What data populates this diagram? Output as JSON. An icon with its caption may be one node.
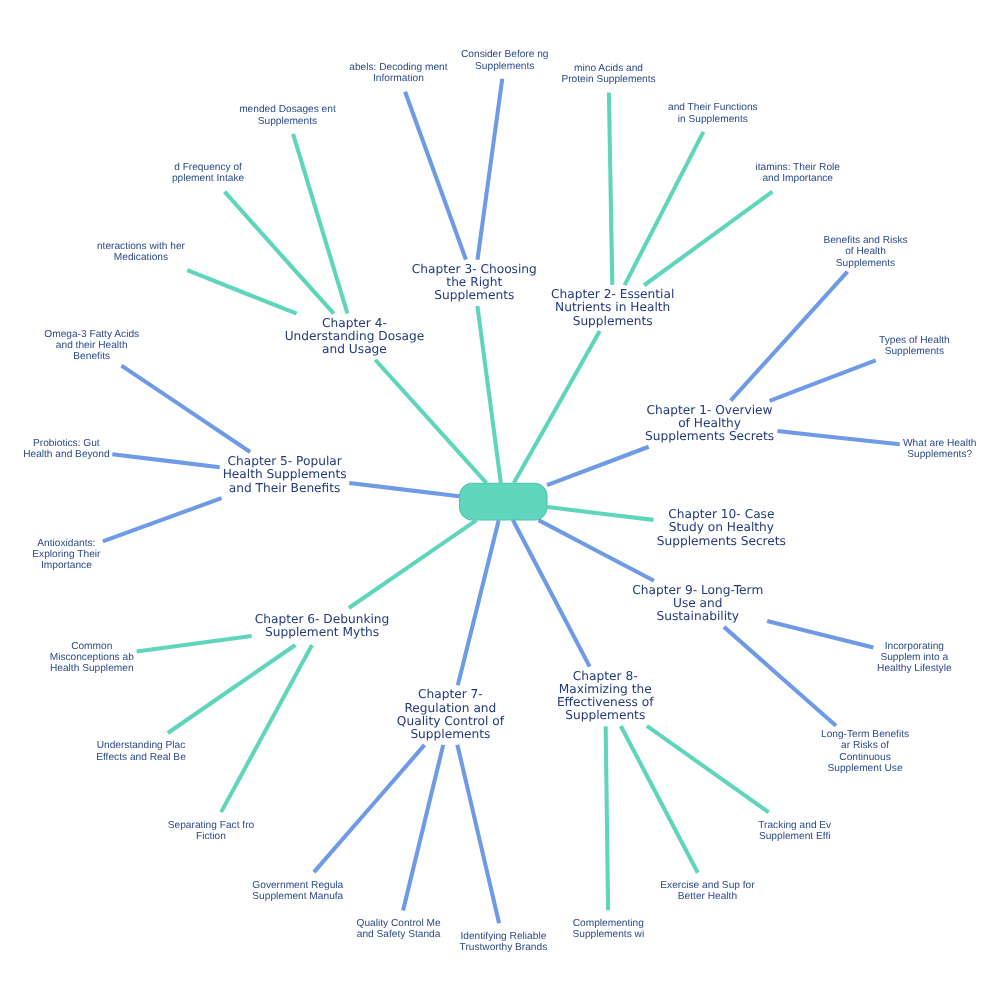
{
  "diagram": {
    "nodes": [
      {
        "text": [],
        "shape": "box"
      },
      {
        "text": [
          "Chapter 1- Overview of Healthy Supplements Secrets"
        ]
      },
      {
        "text": [
          "What are Health Supplements?"
        ]
      },
      {
        "text": [
          "Types of Health Supplements"
        ]
      },
      {
        "text": [
          "Benefits and Risks of Health Supplements"
        ]
      },
      {
        "text": [
          "Chapter 2- Essential Nutrients in Health Supplements"
        ]
      },
      {
        "text": [
          "itamins: Their Role and Importance"
        ]
      },
      {
        "text": [
          "and Their Functions in Supplements"
        ]
      },
      {
        "text": [
          "mino Acids and Protein Supplements"
        ]
      },
      {
        "text": [
          "Chapter 3- Choosing the Right Supplements"
        ]
      },
      {
        "text": [
          "Consider Before ng Supplements"
        ]
      },
      {
        "text": [
          "abels: Decoding ment Information"
        ]
      },
      {
        "text": [
          "Chapter 4- Understanding Dosage and Usage"
        ]
      },
      {
        "text": [
          "mended Dosages ent Supplements"
        ]
      },
      {
        "text": [
          "d Frequency of pplement Intake"
        ]
      },
      {
        "text": [
          "nteractions with her Medications"
        ]
      },
      {
        "text": [
          "Chapter 5- Popular Health Supplements and Their Benefits"
        ]
      },
      {
        "text": [
          "Omega-3 Fatty Acids and their Health Benefits"
        ]
      },
      {
        "text": [
          "Probiotics: Gut Health and Beyond"
        ]
      },
      {
        "text": [
          "Antioxidants: Exploring Their Importance"
        ]
      },
      {
        "text": [
          "Chapter 6- Debunking Supplement Myths"
        ]
      },
      {
        "text": [
          "Common Misconceptions ab Health Supplemen"
        ]
      },
      {
        "text": [
          "Understanding Plac Effects and Real Be"
        ]
      },
      {
        "text": [
          "Separating Fact fro Fiction"
        ]
      },
      {
        "text": [
          "Chapter 7- Regulation and Quality Control of Supplements"
        ]
      },
      {
        "text": [
          "Government Regula Supplement Manufa"
        ]
      },
      {
        "text": [
          "Quality Control Me and Safety Standa"
        ]
      },
      {
        "text": [
          "Identifying Reliable Trustworthy Brands"
        ]
      },
      {
        "text": [
          "Chapter 8- Maximizing the Effectiveness of Supplements"
        ]
      },
      {
        "text": [
          "Complementing Supplements wi"
        ]
      },
      {
        "text": [
          "Exercise and Sup for Better Health"
        ]
      },
      {
        "text": [
          "Tracking and Ev Supplement Effi"
        ]
      },
      {
        "text": [
          "Chapter 9- Long-Term Use and Sustainability"
        ]
      },
      {
        "text": [
          "Long-Term Benefits ar Risks of Continuous Supplement Use"
        ]
      },
      {
        "text": [
          "Incorporating Supplem into a Healthy Lifestyle"
        ]
      },
      {
        "text": [
          "Chapter 10- Case Study on Healthy Supplements Secrets"
        ]
      }
    ],
    "edges": [
      {
        "from": 0,
        "to": 1,
        "arrow": "none",
        "color": "#6f9be6"
      },
      {
        "from": 1,
        "to": 2,
        "arrow": "none",
        "color": "#6f9be6"
      },
      {
        "from": 1,
        "to": 3,
        "arrow": "none",
        "color": "#6f9be6"
      },
      {
        "from": 1,
        "to": 4,
        "arrow": "none",
        "color": "#6f9be6"
      },
      {
        "from": 0,
        "to": 5,
        "arrow": "none",
        "color": "#5fd6bb"
      },
      {
        "from": 5,
        "to": 6,
        "arrow": "none",
        "color": "#5fd6bb"
      },
      {
        "from": 5,
        "to": 7,
        "arrow": "none",
        "color": "#5fd6bb"
      },
      {
        "from": 5,
        "to": 8,
        "arrow": "none",
        "color": "#5fd6bb"
      },
      {
        "from": 0,
        "to": 9,
        "arrow": "none",
        "color": "#5fd6bb"
      },
      {
        "from": 9,
        "to": 10,
        "arrow": "none",
        "color": "#6f9be6"
      },
      {
        "from": 9,
        "to": 11,
        "arrow": "none",
        "color": "#6f9be6"
      },
      {
        "from": 0,
        "to": 12,
        "arrow": "none",
        "color": "#5fd6bb"
      },
      {
        "from": 12,
        "to": 13,
        "arrow": "none",
        "color": "#5fd6bb"
      },
      {
        "from": 12,
        "to": 14,
        "arrow": "none",
        "color": "#5fd6bb"
      },
      {
        "from": 12,
        "to": 15,
        "arrow": "none",
        "color": "#5fd6bb"
      },
      {
        "from": 0,
        "to": 16,
        "arrow": "none",
        "color": "#6f9be6"
      },
      {
        "from": 16,
        "to": 17,
        "arrow": "none",
        "color": "#6f9be6"
      },
      {
        "from": 16,
        "to": 18,
        "arrow": "none",
        "color": "#6f9be6"
      },
      {
        "from": 16,
        "to": 19,
        "arrow": "none",
        "color": "#6f9be6"
      },
      {
        "from": 0,
        "to": 20,
        "arrow": "none",
        "color": "#5fd6bb"
      },
      {
        "from": 20,
        "to": 21,
        "arrow": "none",
        "color": "#5fd6bb"
      },
      {
        "from": 20,
        "to": 22,
        "arrow": "none",
        "color": "#5fd6bb"
      },
      {
        "from": 20,
        "to": 23,
        "arrow": "none",
        "color": "#5fd6bb"
      },
      {
        "from": 0,
        "to": 24,
        "arrow": "none",
        "color": "#6f9be6"
      },
      {
        "from": 24,
        "to": 25,
        "arrow": "none",
        "color": "#6f9be6"
      },
      {
        "from": 24,
        "to": 26,
        "arrow": "none",
        "color": "#6f9be6"
      },
      {
        "from": 24,
        "to": 27,
        "arrow": "none",
        "color": "#6f9be6"
      },
      {
        "from": 0,
        "to": 28,
        "arrow": "none",
        "color": "#6f9be6"
      },
      {
        "from": 28,
        "to": 29,
        "arrow": "none",
        "color": "#5fd6bb"
      },
      {
        "from": 28,
        "to": 30,
        "arrow": "none",
        "color": "#5fd6bb"
      },
      {
        "from": 28,
        "to": 31,
        "arrow": "none",
        "color": "#5fd6bb"
      },
      {
        "from": 0,
        "to": 32,
        "arrow": "none",
        "color": "#6f9be6"
      },
      {
        "from": 32,
        "to": 33,
        "arrow": "none",
        "color": "#6f9be6"
      },
      {
        "from": 32,
        "to": 34,
        "arrow": "none",
        "color": "#6f9be6"
      },
      {
        "from": 0,
        "to": 35,
        "arrow": "none",
        "color": "#5fd6bb"
      }
    ]
  }
}
